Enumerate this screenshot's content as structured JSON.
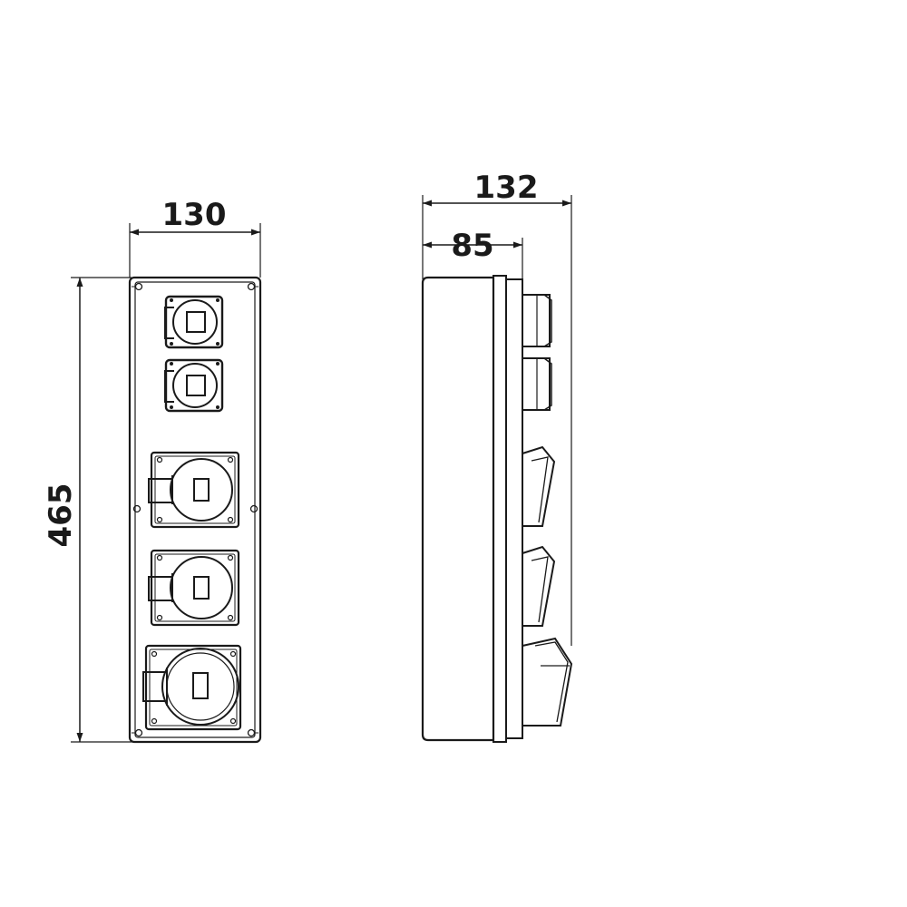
{
  "drawing": {
    "front_view": {
      "width_label": "130",
      "height_label": "465"
    },
    "side_view": {
      "total_depth_label": "132",
      "body_depth_label": "85"
    },
    "sockets": [
      {
        "kind": "schuko-small"
      },
      {
        "kind": "schuko-small"
      },
      {
        "kind": "cee-medium"
      },
      {
        "kind": "cee-medium"
      },
      {
        "kind": "cee-large"
      }
    ]
  }
}
